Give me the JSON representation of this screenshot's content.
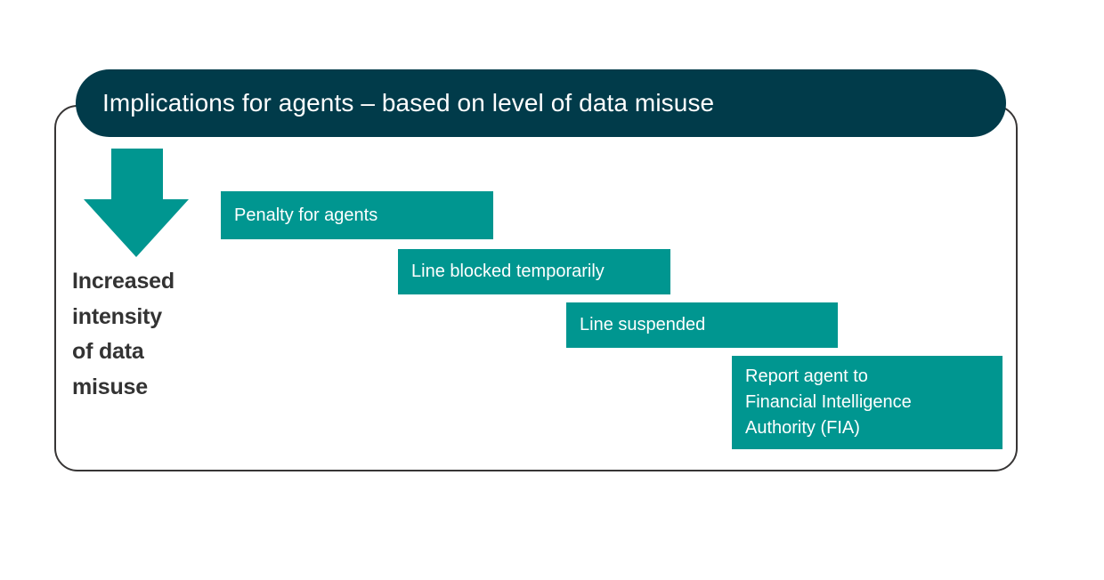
{
  "slide": {
    "background_color": "#ffffff",
    "header": {
      "title": "Implications for agents – based on level of data misuse",
      "background_color": "#013B4A",
      "text_color": "#ffffff"
    },
    "frame": {
      "border_color": "#373535"
    },
    "arrow": {
      "name": "downward-arrow",
      "color": "#009690",
      "direction": "down"
    },
    "intensity_caption": {
      "lines": [
        "Increased",
        "intensity",
        "of data",
        "misuse"
      ],
      "text_color": "#333333"
    },
    "escalation_steps": [
      {
        "name": "penalty-for-agents",
        "lines": [
          "Penalty for agents"
        ],
        "color": "#009690"
      },
      {
        "name": "line-blocked-temporarily",
        "lines": [
          "Line blocked temporarily"
        ],
        "color": "#009690"
      },
      {
        "name": "line-suspended",
        "lines": [
          "Line suspended"
        ],
        "color": "#009690"
      },
      {
        "name": "report-agent-to-fia",
        "lines": [
          "Report agent to",
          "Financial Intelligence",
          "Authority (FIA)"
        ],
        "color": "#009690"
      }
    ]
  }
}
